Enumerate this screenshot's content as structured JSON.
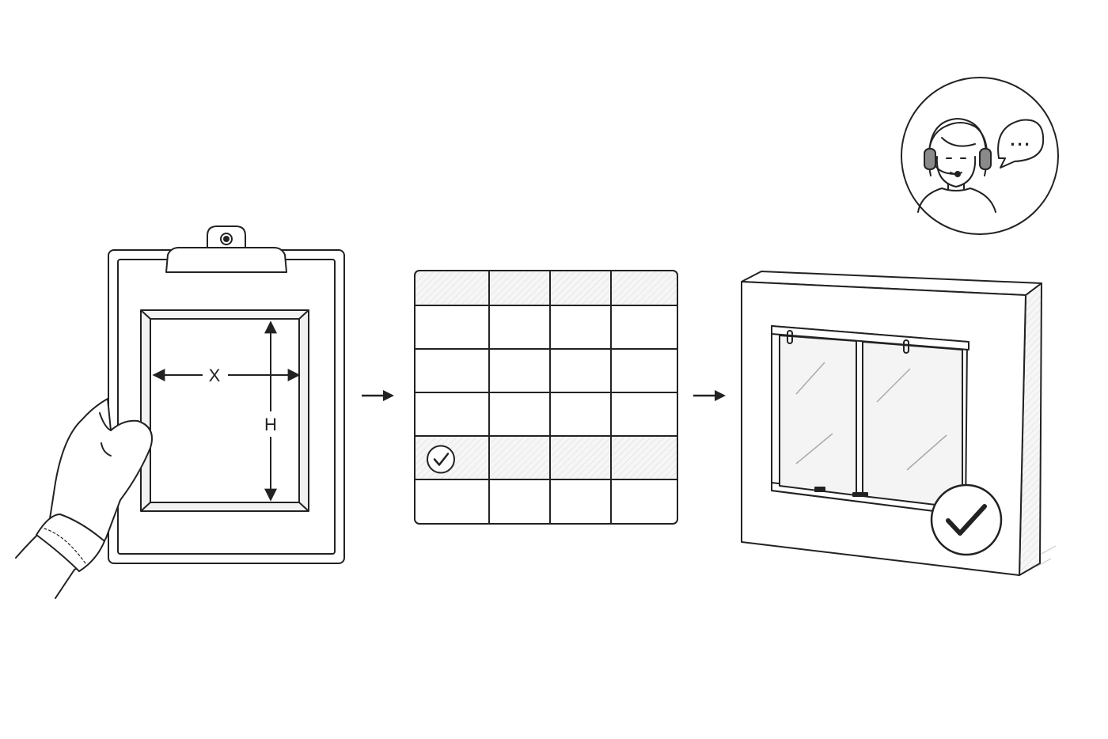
{
  "colors": {
    "ink": "#222222",
    "paper": "#ffffff",
    "shade": "#ececec",
    "glass": "#f4f4f4",
    "headset": "#8a8a8a"
  },
  "steps": [
    {
      "name": "measure",
      "icon": "clipboard-icon",
      "labels": {
        "width": "X",
        "height": "H"
      }
    },
    {
      "name": "select-size",
      "icon": "size-grid-icon",
      "grid": {
        "rows": 6,
        "cols": 4,
        "selected_row": 4,
        "selected_col": 1
      }
    },
    {
      "name": "install-doors",
      "icon": "glass-door-unit-icon"
    }
  ],
  "support": {
    "icon": "customer-support-agent-icon",
    "bubble_text": "..."
  }
}
